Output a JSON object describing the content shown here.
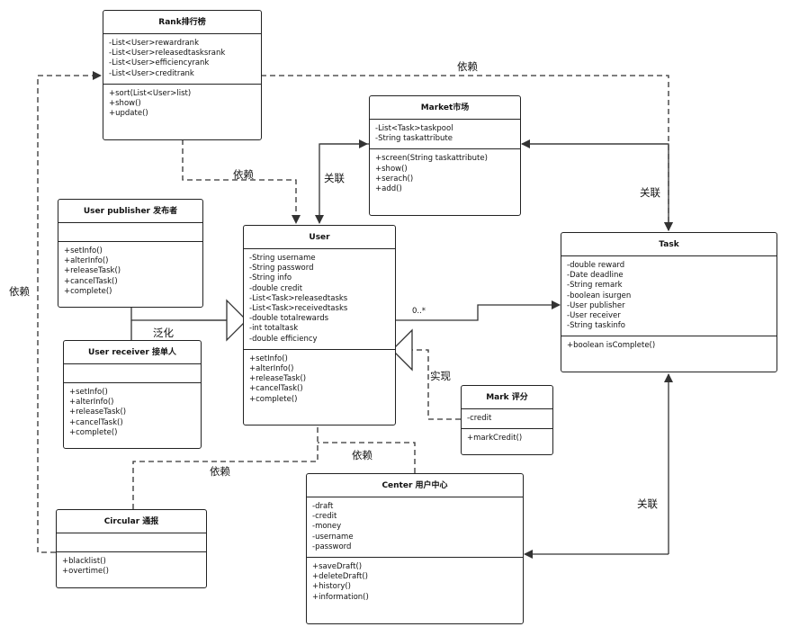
{
  "classes": {
    "rank": {
      "title": "Rank排行榜",
      "attributes": [
        "-List<User>rewardrank",
        "-List<User>releasedtasksrank",
        "-List<User>efficiencyrank",
        "-List<User>creditrank"
      ],
      "methods": [
        "+sort(List<User>list)",
        "+show()",
        "+update()"
      ]
    },
    "market": {
      "title": "Market市场",
      "attributes": [
        "-List<Task>taskpool",
        "-String taskattribute"
      ],
      "methods": [
        "+screen(String taskattribute)",
        "+show()",
        "+serach()",
        "+add()"
      ]
    },
    "publisher": {
      "title": "User publisher 发布者",
      "attributes": [],
      "methods": [
        "+setInfo()",
        "+alterInfo()",
        "+releaseTask()",
        "+cancelTask()",
        "+complete()"
      ]
    },
    "user": {
      "title": "User",
      "attributes": [
        "-String username",
        "-String password",
        "-String info",
        "-double credit",
        "-List<Task>releasedtasks",
        "-List<Task>receivedtasks",
        "-double totalrewards",
        "-int totaltask",
        "-double efficiency"
      ],
      "methods": [
        "+setInfo()",
        "+alterInfo()",
        "+releaseTask()",
        "+cancelTask()",
        "+complete()"
      ]
    },
    "task": {
      "title": "Task",
      "attributes": [
        "-double reward",
        "-Date deadline",
        "-String remark",
        "-boolean isurgen",
        "-User publisher",
        "-User receiver",
        "-String taskinfo"
      ],
      "methods": [
        "+boolean isComplete()"
      ]
    },
    "receiver": {
      "title": "User receiver 接单人",
      "attributes": [],
      "methods": [
        "+setInfo()",
        "+alterInfo()",
        "+releaseTask()",
        "+cancelTask()",
        "+complete()"
      ]
    },
    "mark": {
      "title": "Mark 评分",
      "attributes": [
        "-credit"
      ],
      "methods": [
        "+markCredit()"
      ]
    },
    "center": {
      "title": "Center 用户中心",
      "attributes": [
        "-draft",
        "-credit",
        "-money",
        "-username",
        "-password"
      ],
      "methods": [
        "+saveDraft()",
        "+deleteDraft()",
        "+history()",
        "+information()"
      ]
    },
    "circular": {
      "title": "Circular 通报",
      "attributes": [],
      "methods": [
        "+blacklist()",
        "+overtime()"
      ]
    }
  },
  "relation_labels": {
    "rank_task": "依赖",
    "rank_user": "依赖",
    "market_user": "关联",
    "market_task": "关联",
    "circular_rank": "依赖",
    "generalization": "泛化",
    "realization": "实现",
    "user_task_multiplicity": "0..*",
    "circular_user": "依赖",
    "center_user": "依赖",
    "center_task": "关联"
  }
}
